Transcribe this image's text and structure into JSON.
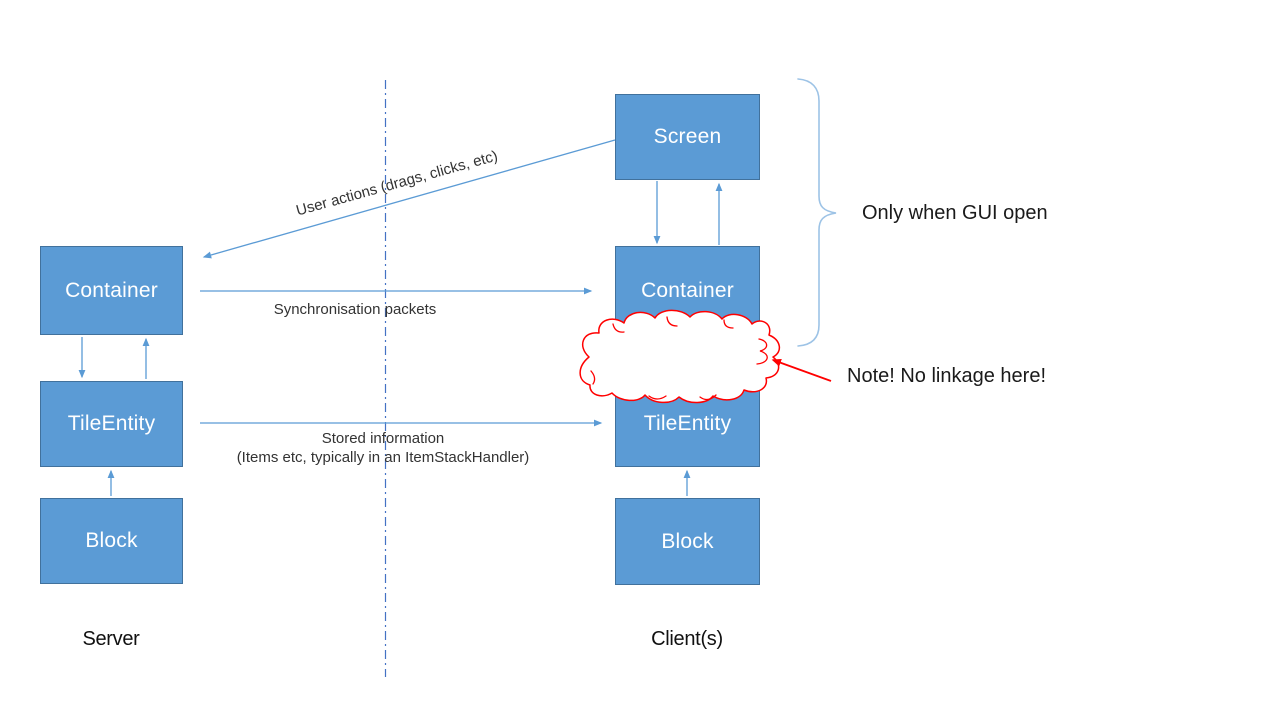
{
  "boxes": {
    "screen": {
      "label": "Screen"
    },
    "server_container": {
      "label": "Container"
    },
    "server_tileentity": {
      "label": "TileEntity"
    },
    "server_block": {
      "label": "Block"
    },
    "client_container": {
      "label": "Container"
    },
    "client_tileentity": {
      "label": "TileEntity"
    },
    "client_block": {
      "label": "Block"
    }
  },
  "edges": {
    "user_actions": {
      "label": "User actions (drags, clicks, etc)"
    },
    "sync_packets": {
      "label": "Synchronisation packets"
    },
    "stored_info": {
      "label1": "Stored information",
      "label2": "(Items etc, typically in an ItemStackHandler)"
    }
  },
  "annotations": {
    "only_gui": "Only when GUI open",
    "no_linkage": "Note! No linkage here!"
  },
  "zones": {
    "server": "Server",
    "clients": "Client(s)"
  },
  "colors": {
    "box_fill": "#5B9BD5",
    "box_border": "#41719C",
    "line_blue": "#5B9BD5",
    "divider_blue": "#4472C4",
    "brace_blue": "#9DC3E6",
    "annotation_red": "#FF0000",
    "box_text": "#FFFFFF",
    "label_text": "#333333"
  }
}
